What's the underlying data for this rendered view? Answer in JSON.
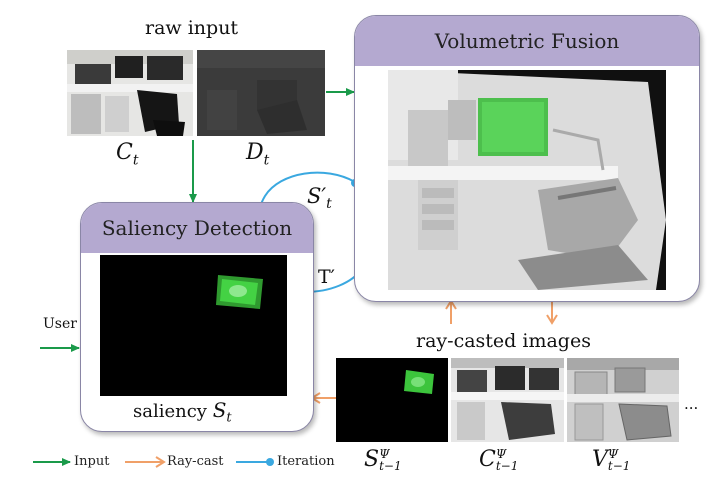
{
  "raw_input": {
    "title": "raw input",
    "color_label": "C",
    "color_sub": "t",
    "depth_label": "D",
    "depth_sub": "t"
  },
  "fusion": {
    "title": "Volumetric Fusion",
    "s_prime_label": "S′",
    "s_prime_sub": "t",
    "t_prime_label": "T′"
  },
  "saliency": {
    "title": "Saliency Detection",
    "caption_prefix": "saliency ",
    "caption_symbol": "S",
    "caption_sub": "t",
    "user_label": "User"
  },
  "raycast": {
    "title": "ray-casted images",
    "s_label": "S",
    "s_sup": "Ψ",
    "s_sub": "t−1",
    "c_label": "C",
    "c_sup": "Ψ",
    "c_sub": "t−1",
    "v_label": "V",
    "v_sup": "Ψ",
    "v_sub": "t−1",
    "ellipsis": "..."
  },
  "legend": {
    "input": "Input",
    "raycast": "Ray-cast",
    "iteration": "Iteration"
  },
  "colors": {
    "input_arrow": "#1a9a4a",
    "raycast_arrow": "#f0a068",
    "iteration_arrow": "#3aa8e0",
    "panel_header": "#b4a9d0",
    "saliency_green": "#44d244"
  }
}
